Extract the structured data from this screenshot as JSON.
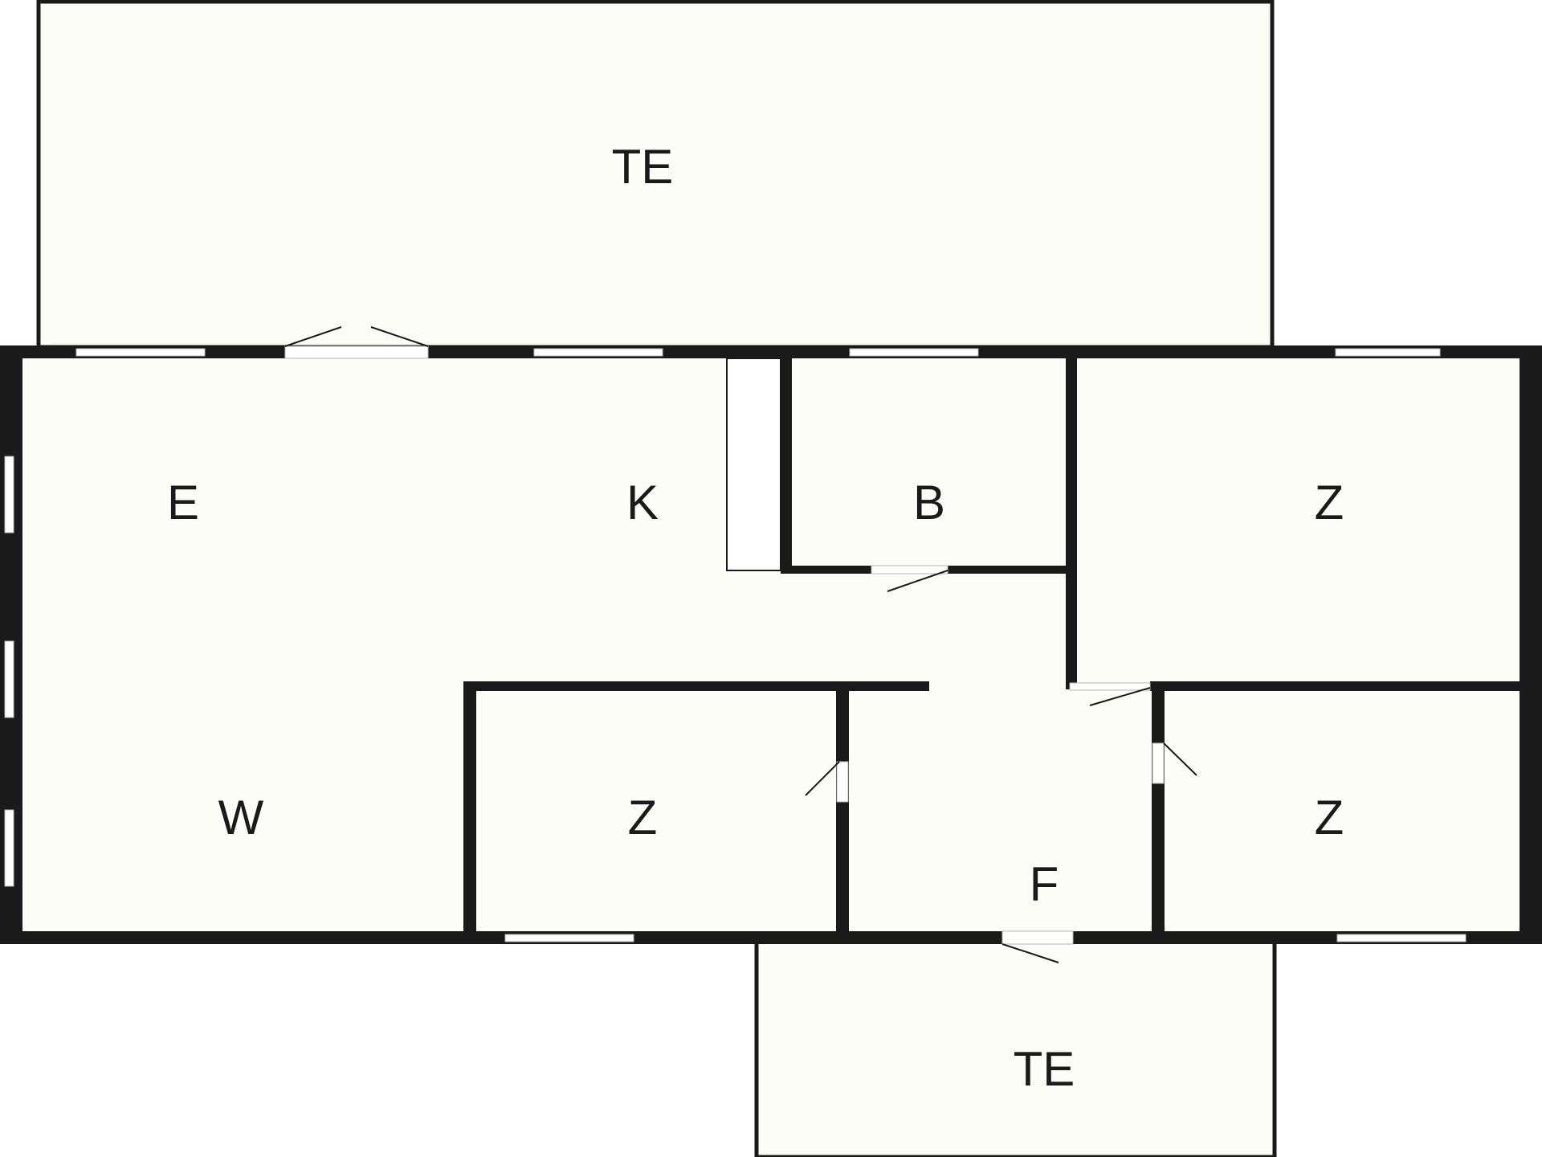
{
  "plan": {
    "rooms": {
      "terrace_top": "TE",
      "dining": "E",
      "kitchen": "K",
      "bathroom": "B",
      "bedroom_top_right": "Z",
      "living": "W",
      "bedroom_center": "Z",
      "hall": "F",
      "bedroom_bottom_right": "Z",
      "terrace_bottom": "TE"
    }
  }
}
